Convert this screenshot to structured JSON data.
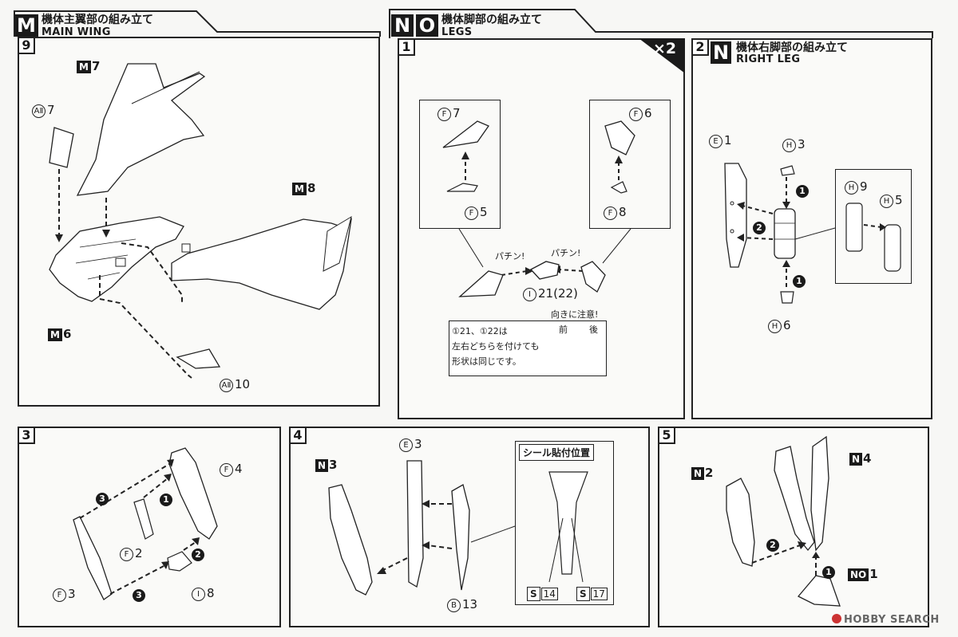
{
  "sections": {
    "m": {
      "badge": "M",
      "title": "機体主翼部の組み立て",
      "subtitle": "MAIN WING",
      "step": "9",
      "labels": {
        "m7": "M",
        "m7n": "7",
        "a7": "AⅡ",
        "a7n": "7",
        "m8": "M",
        "m8n": "8",
        "m6": "M",
        "m6n": "6",
        "a10": "AⅡ",
        "a10n": "10"
      }
    },
    "no": {
      "badge_n": "N",
      "badge_o": "O",
      "title": "機体脚部の組み立て",
      "subtitle": "LEGS",
      "step": "1",
      "multiplier": "×2",
      "labels": {
        "f7": "F",
        "f7n": "7",
        "f5": "F",
        "f5n": "5",
        "f6": "F",
        "f6n": "6",
        "f8": "F",
        "f8n": "8",
        "pachin1": "パチン!",
        "pachin2": "パチン!",
        "i21": "I",
        "i21n": "21(22)",
        "note_text": [
          "①21、①22は",
          "左右どちらを付けても",
          "形状は同じです。"
        ],
        "direction_note": "向きに注意!",
        "front": "前",
        "back": "後"
      }
    },
    "n_right": {
      "step": "2",
      "badge": "N",
      "title": "機体右脚部の組み立て",
      "subtitle": "RIGHT LEG",
      "labels": {
        "e1": "E",
        "e1n": "1",
        "h3": "H",
        "h3n": "3",
        "h9": "H",
        "h9n": "9",
        "h5": "H",
        "h5n": "5",
        "h6": "H",
        "h6n": "6"
      }
    },
    "s3": {
      "step": "3",
      "labels": {
        "f4": "F",
        "f4n": "4",
        "f2": "F",
        "f2n": "2",
        "f3": "F",
        "f3n": "3",
        "i8": "I",
        "i8n": "8"
      }
    },
    "s4": {
      "step": "4",
      "labels": {
        "n3": "N",
        "n3n": "3",
        "e3": "E",
        "e3n": "3",
        "b13": "B",
        "b13n": "13",
        "seal_title": "シール貼付位置",
        "s14": "S",
        "s14n": "14",
        "s17": "S",
        "s17n": "17"
      }
    },
    "s5": {
      "step": "5",
      "labels": {
        "n2": "N",
        "n2n": "2",
        "n4": "N",
        "n4n": "4",
        "no1": "NO",
        "no1n": "1"
      }
    }
  },
  "sequence_marks": [
    "1",
    "2",
    "3"
  ],
  "watermark": "HOBBY SEARCH"
}
